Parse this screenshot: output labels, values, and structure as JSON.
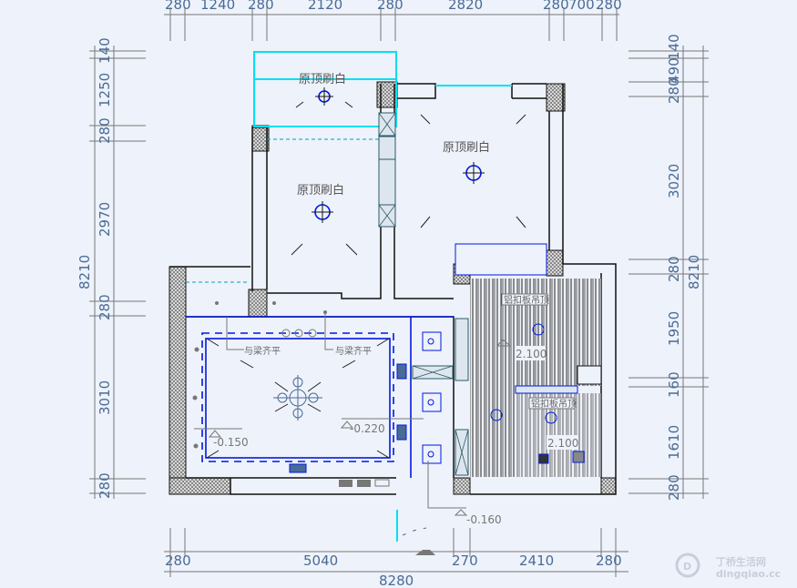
{
  "dimensions": {
    "top": [
      "280",
      "1240",
      "280",
      "2120",
      "280",
      "2820",
      "280",
      "700",
      "280"
    ],
    "left": [
      "140",
      "1250",
      "280",
      "2970",
      "280",
      "3010",
      "280"
    ],
    "left_total": "8210",
    "right": [
      "140",
      "490",
      "280",
      "3020",
      "280",
      "1950",
      "160",
      "1610",
      "280"
    ],
    "right_total": "8210",
    "bottom": [
      "280",
      "5040",
      "270",
      "2410",
      "280"
    ],
    "bottom_total": "8280"
  },
  "rooms": {
    "balcony_label": "原顶刷白",
    "bedroom_left_label": "原顶刷白",
    "bedroom_right_label": "原顶刷白",
    "kitchen_label": "铝扣板吊顶",
    "bath_label": "铝扣板吊顶"
  },
  "annotations": {
    "note_left": "与梁齐平",
    "note_right": "与梁齐平",
    "elev_left": "-0.150",
    "elev_mid": "-0.220",
    "elev_kitchen": "2.100",
    "elev_bath": "2.100",
    "elev_entry": "-0.160"
  },
  "watermark": {
    "cn": "丁桥生活网",
    "en": "dingqiao.cc"
  }
}
